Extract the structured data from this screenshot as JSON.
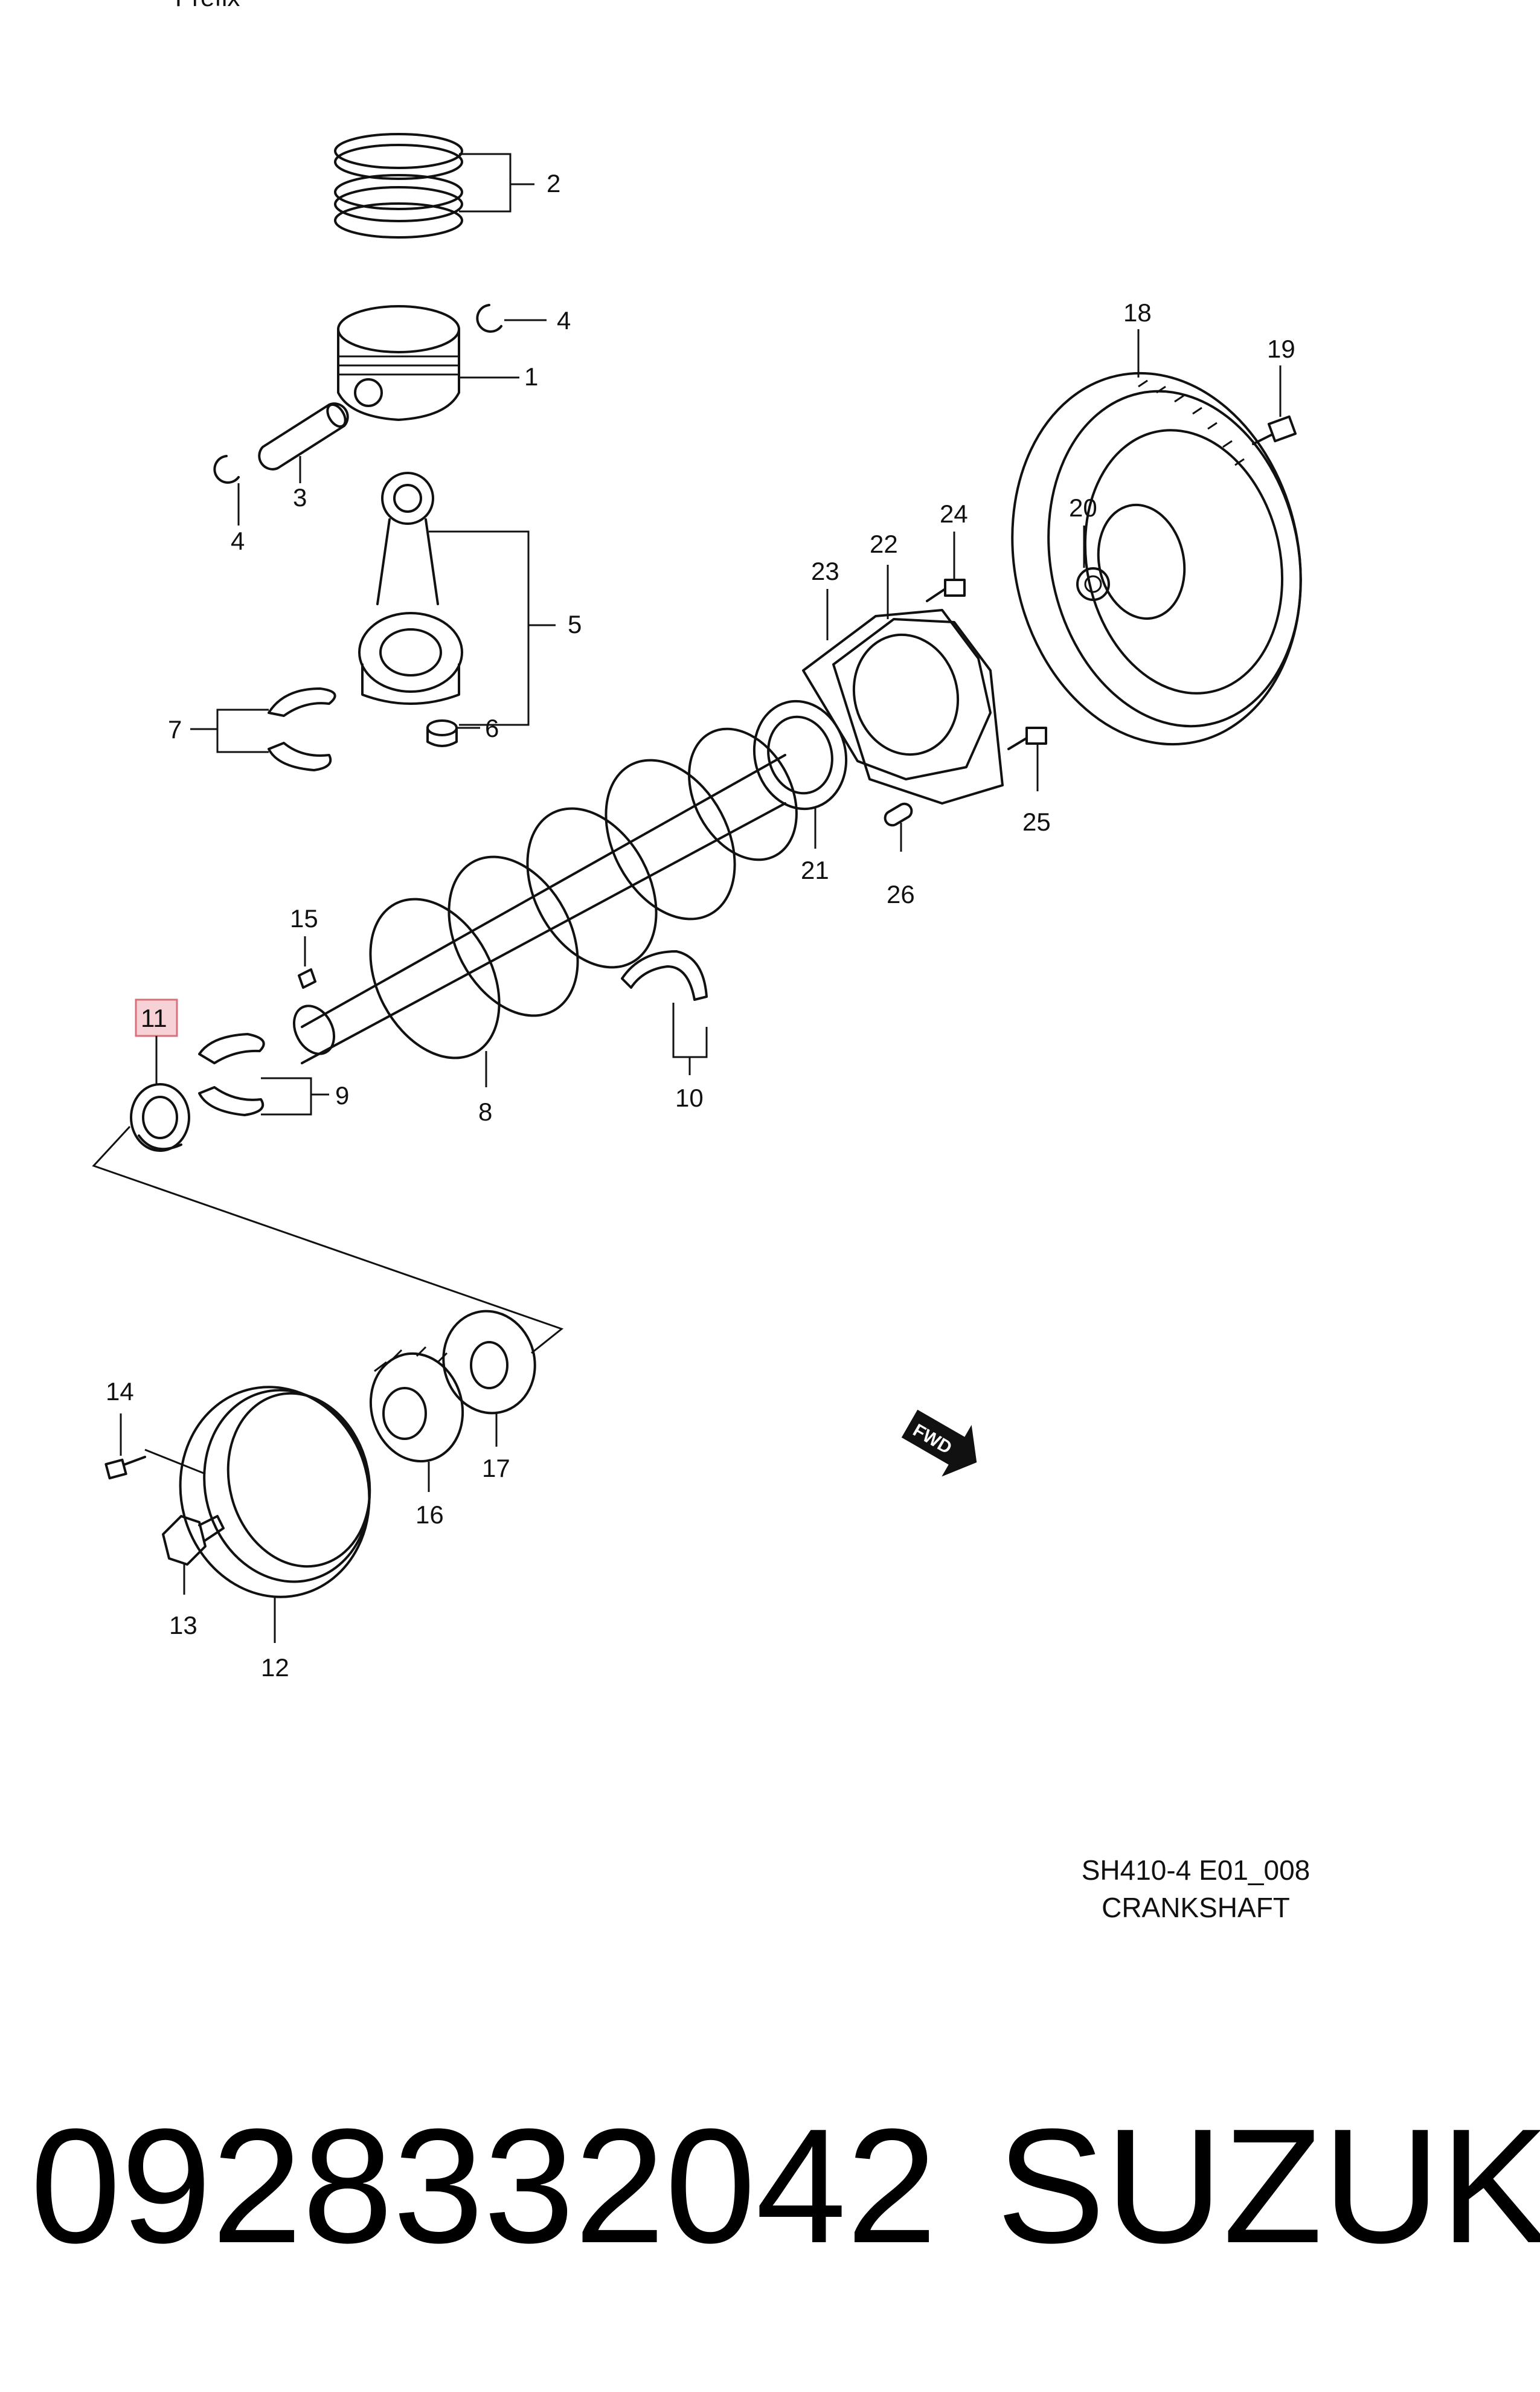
{
  "diagram": {
    "header_fragment": "Prefix",
    "code": "SH410-4 E01_008",
    "title": "CRANKSHAFT",
    "highlight_colors": {
      "fill": "#f6d2d6",
      "stroke": "#d8707c"
    },
    "callouts": {
      "c1": "1",
      "c2": "2",
      "c3": "3",
      "c4a": "4",
      "c4b": "4",
      "c5": "5",
      "c6": "6",
      "c7": "7",
      "c8": "8",
      "c9": "9",
      "c10": "10",
      "c11": "11",
      "c12": "12",
      "c13": "13",
      "c14": "14",
      "c15": "15",
      "c16": "16",
      "c17": "17",
      "c18": "18",
      "c19": "19",
      "c20": "20",
      "c21": "21",
      "c22": "22",
      "c23": "23",
      "c24": "24",
      "c25": "25",
      "c26": "26"
    },
    "fwd_label": "FWD",
    "fwd_icon": "fwd-arrow-icon"
  },
  "footer": {
    "part_number": "0928332042",
    "brand": "SUZUKI"
  }
}
